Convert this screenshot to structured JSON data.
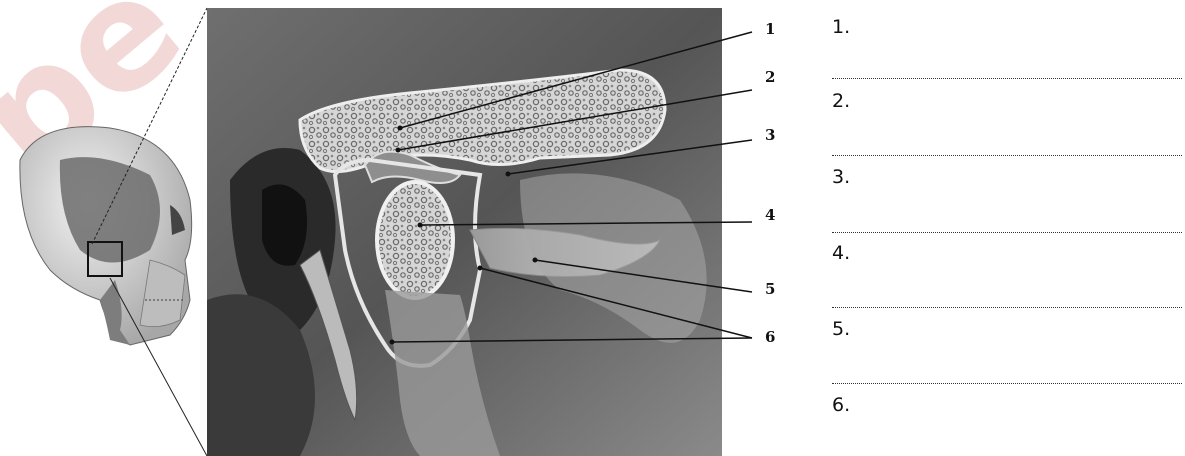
{
  "labels": [
    "1",
    "2",
    "3",
    "4",
    "5",
    "6"
  ],
  "answers": [
    "1.",
    "2.",
    "3.",
    "4.",
    "5.",
    "6."
  ],
  "watermark": "pe"
}
